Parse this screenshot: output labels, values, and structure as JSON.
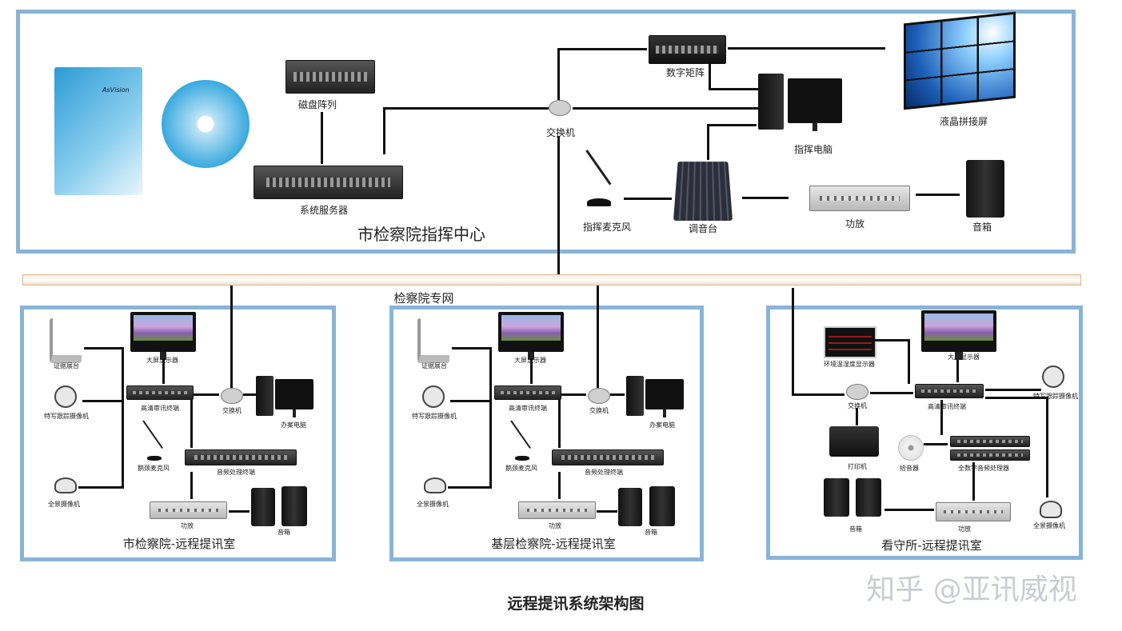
{
  "network_label": "检察院专网",
  "caption": "远程提讯系统架构图",
  "watermark": "知乎 @亚讯威视",
  "command_center": {
    "title": "市检察院指挥中心",
    "brand": "AsVision",
    "devices": {
      "disk_array": "磁盘阵列",
      "server": "系统服务器",
      "switch": "交换机",
      "matrix": "数字矩阵",
      "video_wall": "液晶拼接屏",
      "command_pc": "指挥电脑",
      "command_mic": "指挥麦克风",
      "mixer": "调音台",
      "amplifier": "功放",
      "speaker": "音箱"
    }
  },
  "rooms": [
    {
      "title": "市检察院-远程提讯室",
      "devices": {
        "evidence_cam": "证据展台",
        "big_screen": "大屏显示器",
        "tracking_cam": "特写跟踪摄像机",
        "hd_terminal": "高清审讯终端",
        "switch": "交换机",
        "office_pc": "办案电脑",
        "gooseneck_mic": "鹅颈麦克风",
        "audio_proc": "音频处理终端",
        "pano_cam": "全景摄像机",
        "amplifier": "功放",
        "speaker": "音箱"
      }
    },
    {
      "title": "基层检察院-远程提讯室",
      "devices": {
        "evidence_cam": "证据展台",
        "big_screen": "大屏显示器",
        "tracking_cam": "特写跟踪摄像机",
        "hd_terminal": "高清审讯终端",
        "switch": "交换机",
        "office_pc": "办案电脑",
        "gooseneck_mic": "鹅颈麦克风",
        "audio_proc": "音频处理终端",
        "pano_cam": "全景摄像机",
        "amplifier": "功放",
        "speaker": "音箱"
      }
    },
    {
      "title": "看守所-远程提讯室",
      "devices": {
        "env_display": "环境温湿度显示器",
        "big_screen": "大屏显示器",
        "tracking_cam": "特写跟踪摄像机",
        "switch": "交换机",
        "hd_terminal": "高清审讯终端",
        "printer": "打印机",
        "pickup": "拾音器",
        "digital_audio": "全数字音频处理器",
        "speaker": "音箱",
        "amplifier": "功放",
        "pano_cam": "全景摄像机"
      }
    }
  ],
  "colors": {
    "panel_border": "#8ab4d6",
    "line": "#111111",
    "network_bar": "#f3e4d2"
  }
}
